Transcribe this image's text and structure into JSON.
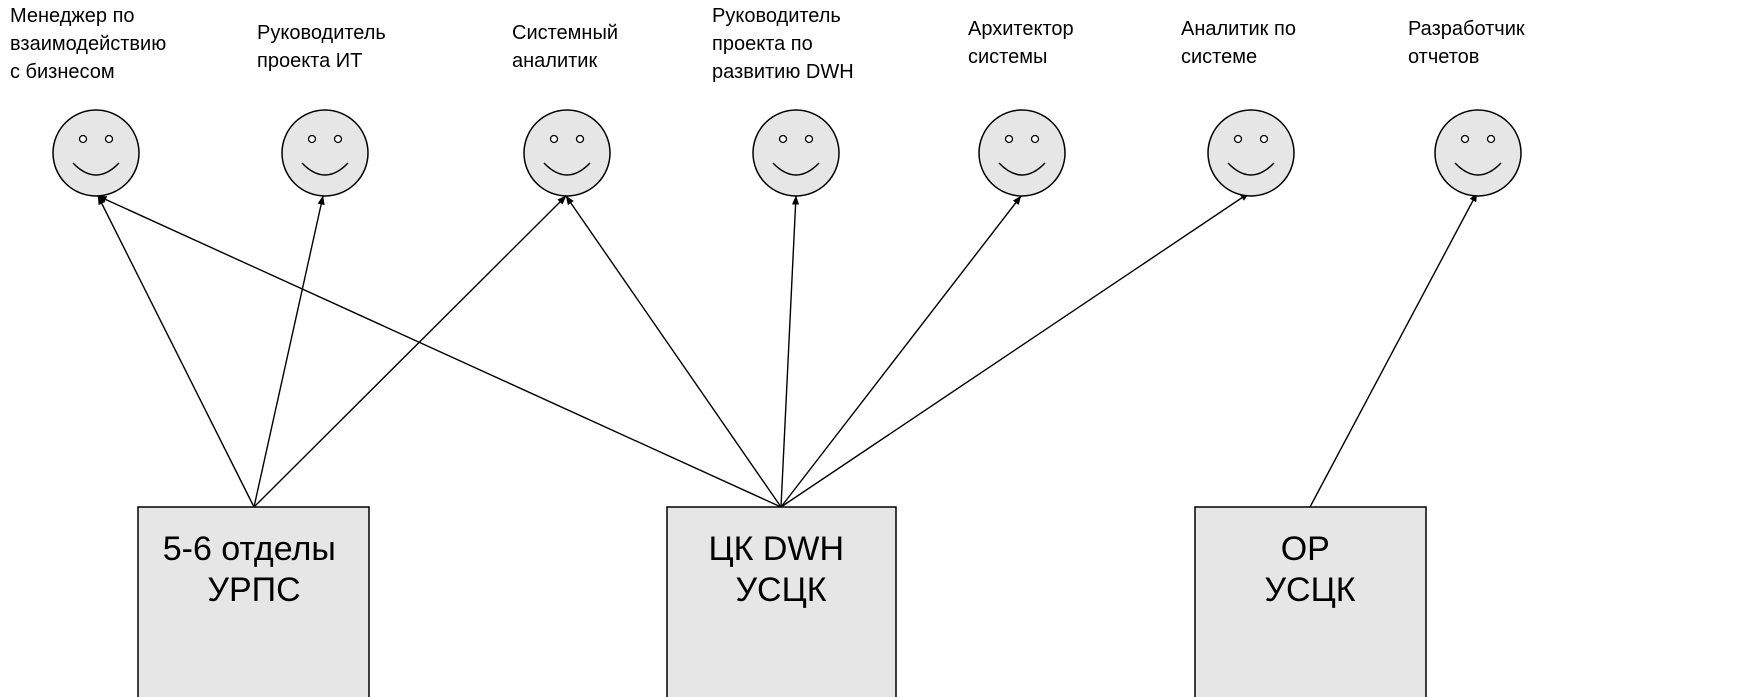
{
  "roles": [
    {
      "id": "bizmgr",
      "lines": [
        "Менеджер по",
        "взаимодействию",
        "с бизнесом"
      ]
    },
    {
      "id": "itpm",
      "lines": [
        "Руководитель",
        "проекта ИТ"
      ]
    },
    {
      "id": "sysanalyst",
      "lines": [
        "Системный",
        "аналитик"
      ]
    },
    {
      "id": "dwhpm",
      "lines": [
        "Руководитель",
        "проекта по",
        "развитию DWH"
      ]
    },
    {
      "id": "architect",
      "lines": [
        "Архитектор",
        "системы"
      ]
    },
    {
      "id": "sysanalyst2",
      "lines": [
        "Аналитик по",
        "системе"
      ]
    },
    {
      "id": "reportdev",
      "lines": [
        "Разработчик",
        "отчетов"
      ]
    }
  ],
  "orgs": [
    {
      "id": "urps",
      "lines": [
        "5-6 отделы",
        "УРПС"
      ]
    },
    {
      "id": "dwh",
      "lines": [
        "ЦК DWH",
        "УСЦК"
      ]
    },
    {
      "id": "or",
      "lines": [
        "ОР",
        "УСЦК"
      ]
    }
  ],
  "edges": [
    {
      "from": "urps",
      "to": "bizmgr"
    },
    {
      "from": "urps",
      "to": "itpm"
    },
    {
      "from": "urps",
      "to": "sysanalyst"
    },
    {
      "from": "dwh",
      "to": "bizmgr"
    },
    {
      "from": "dwh",
      "to": "sysanalyst"
    },
    {
      "from": "dwh",
      "to": "dwhpm"
    },
    {
      "from": "dwh",
      "to": "architect"
    },
    {
      "from": "dwh",
      "to": "sysanalyst2"
    },
    {
      "from": "or",
      "to": "reportdev"
    }
  ],
  "colors": {
    "fill": "#e6e6e6",
    "stroke": "#000000"
  },
  "icons": {
    "role": "smiley-face-icon"
  }
}
